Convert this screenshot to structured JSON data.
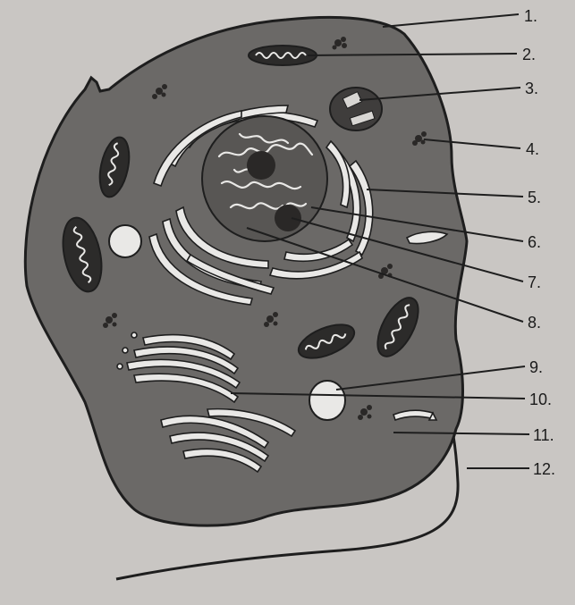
{
  "labels": [
    "1.",
    "2.",
    "3.",
    "4.",
    "5.",
    "6.",
    "7.",
    "8.",
    "9.",
    "10.",
    "11.",
    "12."
  ],
  "colors": {
    "page": "#c9c6c3",
    "cytoplasm": "#6b6967",
    "nucleus": "#585654",
    "nucleolus": "#2a2827",
    "membrane_line": "#1e1e1e",
    "light_fill": "#e9e8e6"
  }
}
